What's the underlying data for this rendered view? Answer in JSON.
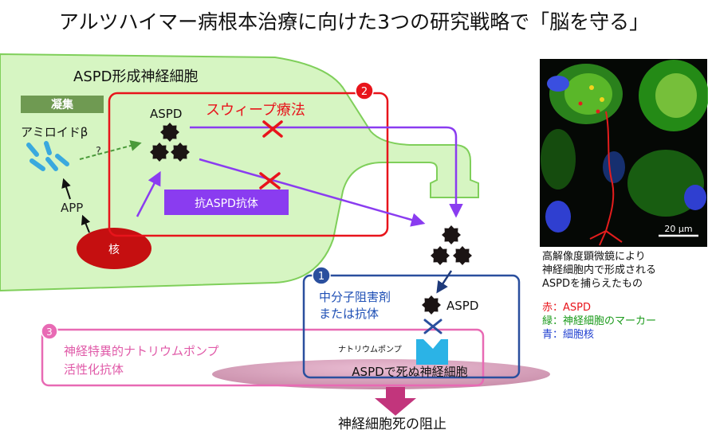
{
  "title": "アルツハイマー病根本治療に向けた3つの研究戦略で「脳を守る」",
  "cell": {
    "label": "ASPD形成神経細胞",
    "aggregation_label": "凝集",
    "amyloid_label": "アミロイドβ",
    "question_mark": "?",
    "app_label": "APP",
    "nucleus_label": "核"
  },
  "strategy2": {
    "number": "2",
    "aspd_label": "ASPD",
    "sweep_label": "スウィープ療法",
    "antibody_label": "抗ASPD抗体"
  },
  "strategy1": {
    "number": "1",
    "line1": "中分子阻害剤",
    "line2": "または抗体",
    "aspd_label": "ASPD",
    "pump_label": "ナトリウムポンプ",
    "dying_label": "ASPDで死ぬ神経細胞"
  },
  "strategy3": {
    "number": "3",
    "line1": "神経特異的ナトリウムポンプ",
    "line2": "活性化抗体"
  },
  "outcome_label": "神経細胞死の阻止",
  "photo": {
    "scale_label": "20 μm",
    "caption_lines": [
      "高解像度顕微鏡により",
      "神経細胞内で形成される",
      "ASPDを捕らえたもの"
    ],
    "legend": [
      {
        "text": "赤：ASPD",
        "color": "#e8141b"
      },
      {
        "text": "緑：神経細胞のマーカー",
        "color": "#1a9a1a"
      },
      {
        "text": "青：細胞核",
        "color": "#1f3fd0"
      }
    ]
  },
  "colors": {
    "cell_fill": "#d6f5c2",
    "cell_stroke": "#7fcf5a",
    "red": "#e8141b",
    "purple": "#8a3cf0",
    "blue_box": "#2a4f9e",
    "pink_box": "#e86ab4",
    "nucleus": "#c50f10",
    "aggregation_bg": "#6f9a52",
    "amyloid": "#3aa9de",
    "outcome_arrow": "#c2357c"
  }
}
